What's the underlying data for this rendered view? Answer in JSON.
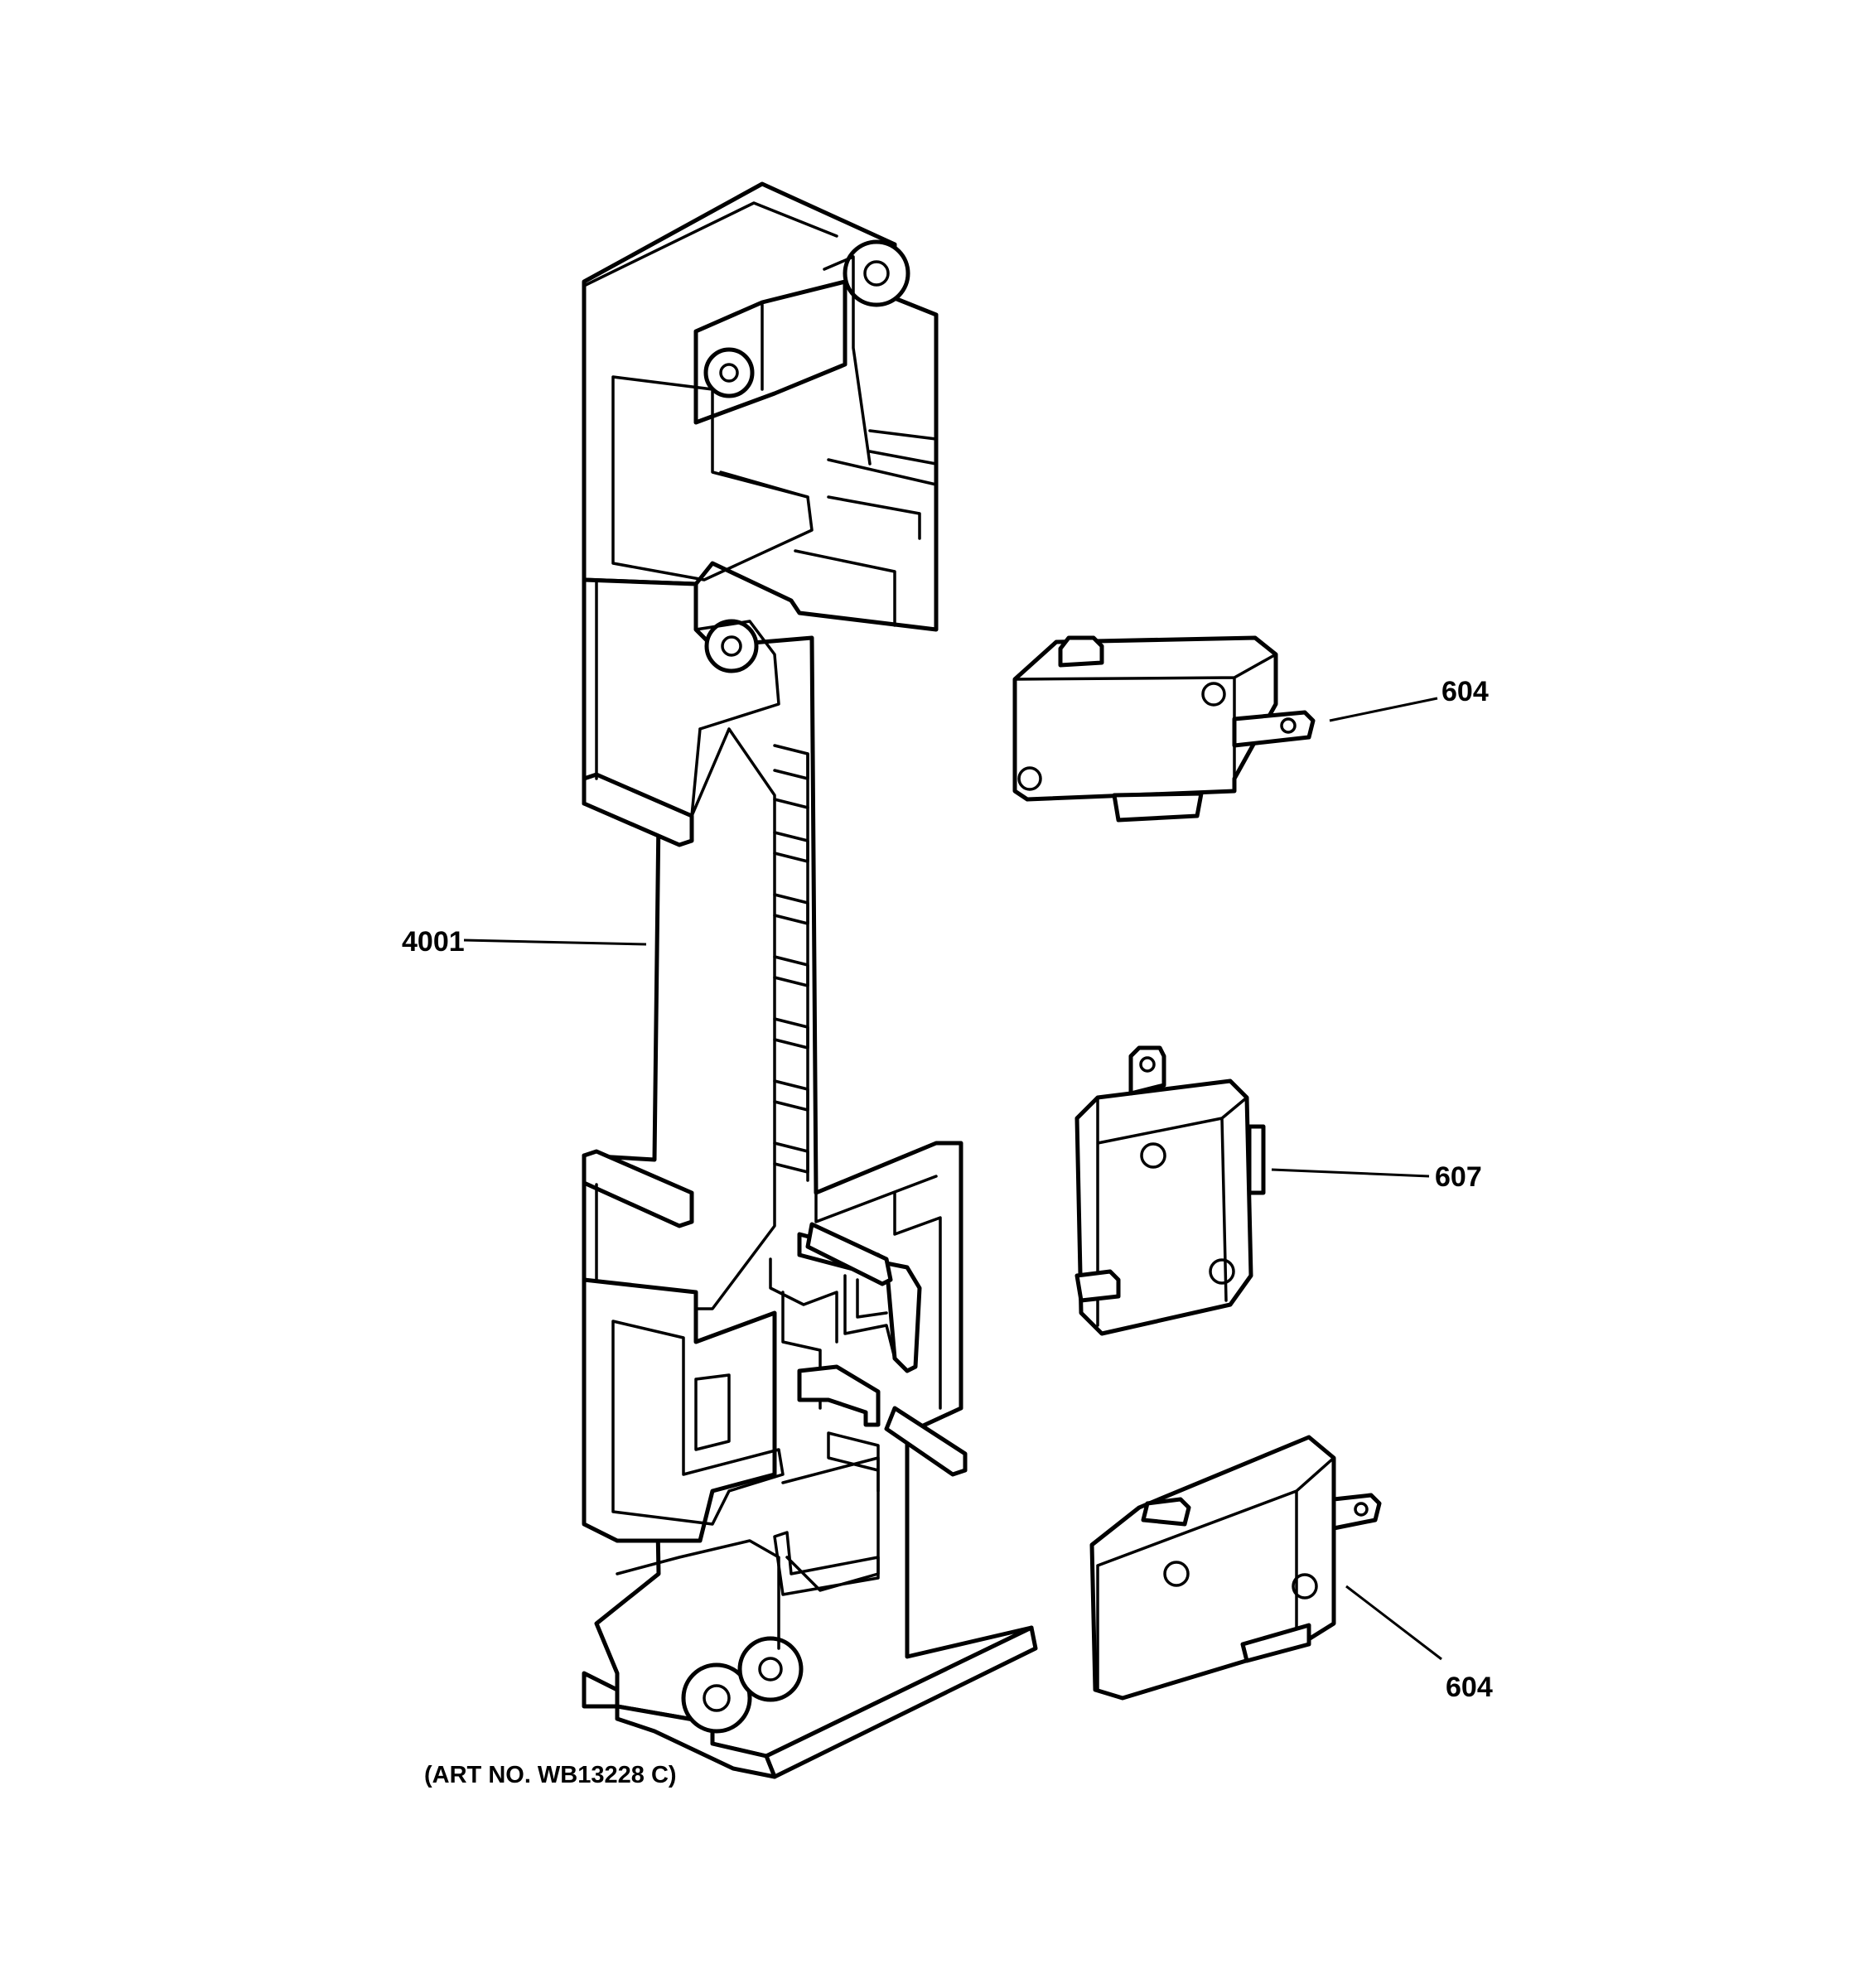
{
  "callouts": {
    "latch_assembly": "4001",
    "switch_top": "604",
    "switch_middle": "607",
    "switch_bottom": "604"
  },
  "footer": {
    "art_number": "(ART NO. WB13228 C)"
  }
}
